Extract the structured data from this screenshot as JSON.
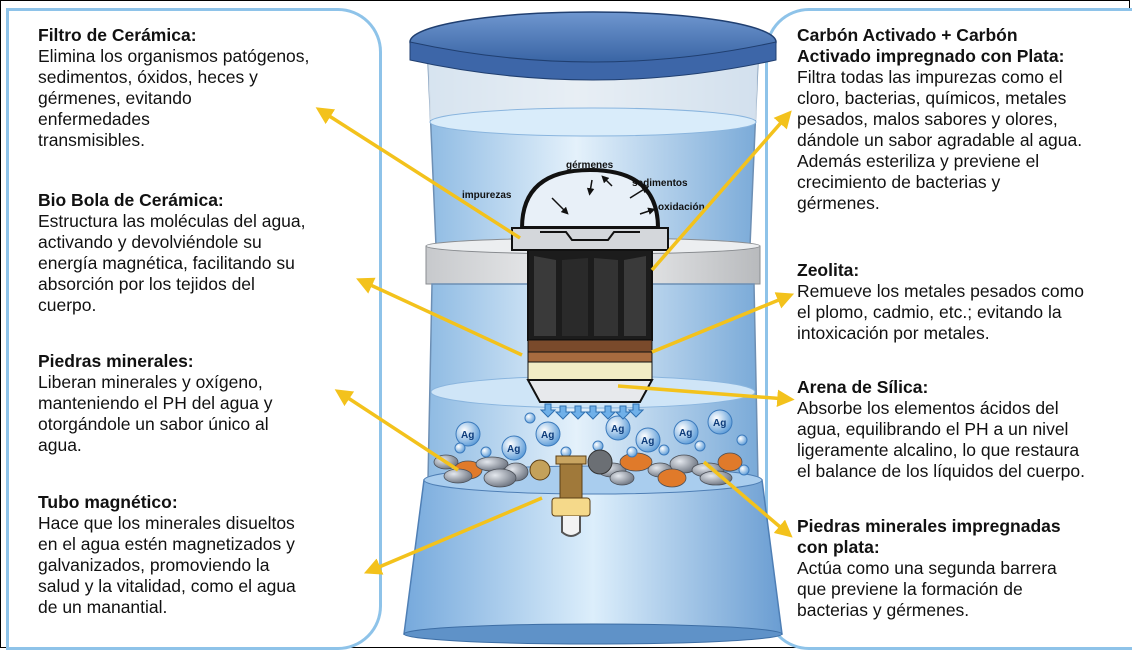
{
  "left": [
    {
      "title": "Filtro de Cerámica:",
      "lines": [
        "Elimina los organismos patógenos,",
        "sedimentos, óxidos, heces y",
        "gérmenes, evitando",
        "enfermedades",
        "transmisibles."
      ]
    },
    {
      "title": "Bio Bola de Cerámica:",
      "lines": [
        "Estructura las moléculas del agua,",
        "activando y devolviéndole su",
        "energía magnética, facilitando su",
        "absorción por los tejidos del",
        "cuerpo."
      ]
    },
    {
      "title": "Piedras minerales:",
      "lines": [
        "Liberan minerales y oxígeno,",
        "manteniendo el PH del agua y",
        "otorgándole un sabor único al",
        "agua."
      ]
    },
    {
      "title": "Tubo magnético:",
      "lines": [
        "Hace que los minerales disueltos",
        "en el agua estén magnetizados y",
        "galvanizados, promoviendo la",
        "salud y la vitalidad, como el agua",
        "de un manantial."
      ]
    }
  ],
  "right": [
    {
      "title_lines": [
        "Carbón Activado + Carbón",
        "Activado impregnado con Plata:"
      ],
      "lines": [
        "Filtra todas las impurezas como el",
        "cloro, bacterias, químicos, metales",
        "pesados, malos sabores y olores,",
        "dándole un sabor agradable al agua.",
        "Además esteriliza y previene el",
        "crecimiento de bacterias y",
        "gérmenes."
      ]
    },
    {
      "title_lines": [
        "Zeolita:"
      ],
      "lines": [
        "Remueve los metales pesados como",
        "el plomo, cadmio, etc.; evitando la",
        "intoxicación por metales."
      ]
    },
    {
      "title_lines": [
        "Arena de Sílica:"
      ],
      "lines": [
        "Absorbe los elementos ácidos del",
        "agua, equilibrando el PH a un nivel",
        "ligeramente alcalino, lo que restaura",
        "el balance de los líquidos del cuerpo."
      ]
    },
    {
      "title_lines": [
        "Piedras minerales impregnadas",
        "con plata:"
      ],
      "lines": [
        "Actúa como una segunda barrera",
        "que previene la formación de",
        "bacterias y gérmenes."
      ]
    }
  ],
  "illustration": {
    "filter_labels": {
      "germs": "gérmenes",
      "impurities": "impurezas",
      "sediments": "sedimentos",
      "oxidation": "oxidación"
    },
    "silver_label": "Ag"
  },
  "colors": {
    "panel_border": "#8ec3e9",
    "arrow": "#f3c21c",
    "lid": "#4a74b4",
    "water": "#bcd9f2"
  }
}
